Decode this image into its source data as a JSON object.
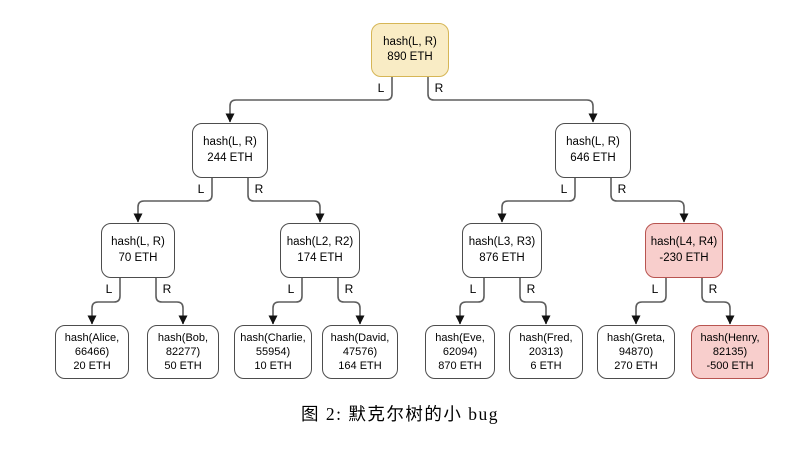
{
  "figure": {
    "caption": "图 2: 默克尔树的小 bug"
  },
  "colors": {
    "root_fill": "#F9ECC5",
    "root_border": "#D6B656",
    "negative_fill": "#F8CECC",
    "negative_border": "#B85450",
    "default_fill": "#FFFFFF",
    "default_border": "#4D4D4D",
    "edge": "#5E5E5E",
    "arrow": "#111111",
    "text": "#000000"
  },
  "tree": {
    "nodes": [
      {
        "id": "root",
        "style": "root",
        "lines": [
          "hash(L, R)",
          "890 ETH"
        ]
      },
      {
        "id": "n2l",
        "style": "default",
        "lines": [
          "hash(L, R)",
          "244 ETH"
        ]
      },
      {
        "id": "n2r",
        "style": "default",
        "lines": [
          "hash(L, R)",
          "646 ETH"
        ]
      },
      {
        "id": "n3a",
        "style": "default",
        "lines": [
          "hash(L, R)",
          "70 ETH"
        ]
      },
      {
        "id": "n3b",
        "style": "default",
        "lines": [
          "hash(L2, R2)",
          "174 ETH"
        ]
      },
      {
        "id": "n3c",
        "style": "default",
        "lines": [
          "hash(L3, R3)",
          "876 ETH"
        ]
      },
      {
        "id": "n3d",
        "style": "negative",
        "lines": [
          "hash(L4, R4)",
          "-230 ETH"
        ]
      },
      {
        "id": "l1",
        "style": "default",
        "lines": [
          "hash(Alice,",
          "66466)",
          "20 ETH"
        ]
      },
      {
        "id": "l2",
        "style": "default",
        "lines": [
          "hash(Bob,",
          "82277)",
          "50 ETH"
        ]
      },
      {
        "id": "l3",
        "style": "default",
        "lines": [
          "hash(Charlie,",
          "55954)",
          "10 ETH"
        ]
      },
      {
        "id": "l4",
        "style": "default",
        "lines": [
          "hash(David,",
          "47576)",
          "164 ETH"
        ]
      },
      {
        "id": "l5",
        "style": "default",
        "lines": [
          "hash(Eve,",
          "62094)",
          "870 ETH"
        ]
      },
      {
        "id": "l6",
        "style": "default",
        "lines": [
          "hash(Fred,",
          "20313)",
          "6 ETH"
        ]
      },
      {
        "id": "l7",
        "style": "default",
        "lines": [
          "hash(Greta,",
          "94870)",
          "270 ETH"
        ]
      },
      {
        "id": "l8",
        "style": "negative",
        "lines": [
          "hash(Henry,",
          "82135)",
          "-500 ETH"
        ]
      }
    ],
    "edges": [
      {
        "from": "root",
        "to": "n2l",
        "label": "L"
      },
      {
        "from": "root",
        "to": "n2r",
        "label": "R"
      },
      {
        "from": "n2l",
        "to": "n3a",
        "label": "L"
      },
      {
        "from": "n2l",
        "to": "n3b",
        "label": "R"
      },
      {
        "from": "n2r",
        "to": "n3c",
        "label": "L"
      },
      {
        "from": "n2r",
        "to": "n3d",
        "label": "R"
      },
      {
        "from": "n3a",
        "to": "l1",
        "label": "L"
      },
      {
        "from": "n3a",
        "to": "l2",
        "label": "R"
      },
      {
        "from": "n3b",
        "to": "l3",
        "label": "L"
      },
      {
        "from": "n3b",
        "to": "l4",
        "label": "R"
      },
      {
        "from": "n3c",
        "to": "l5",
        "label": "L"
      },
      {
        "from": "n3c",
        "to": "l6",
        "label": "R"
      },
      {
        "from": "n3d",
        "to": "l7",
        "label": "L"
      },
      {
        "from": "n3d",
        "to": "l8",
        "label": "R"
      }
    ]
  }
}
